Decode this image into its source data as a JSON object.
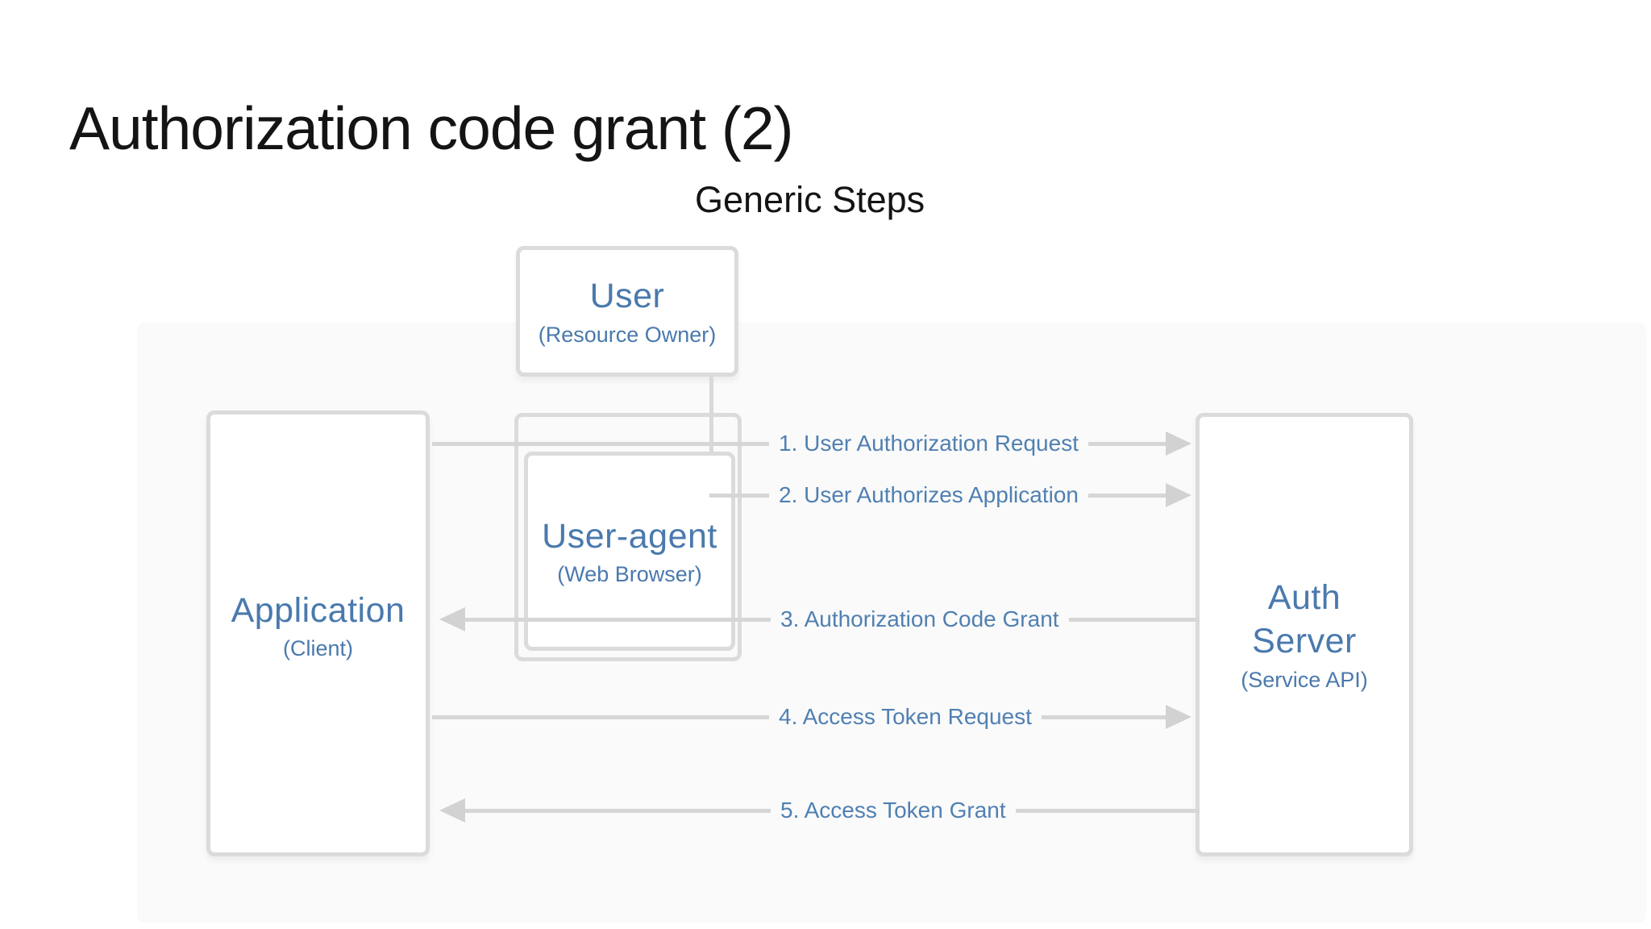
{
  "slide": {
    "title": "Authorization code grant (2)",
    "subtitle": "Generic Steps"
  },
  "diagram": {
    "nodes": {
      "user": {
        "name": "User",
        "role": "(Resource Owner)"
      },
      "user_agent": {
        "name": "User-agent",
        "role": "(Web Browser)"
      },
      "application": {
        "name": "Application",
        "role": "(Client)"
      },
      "auth_server": {
        "name": "Auth Server",
        "role": "(Service API)"
      }
    },
    "steps": [
      {
        "label": "1. User Authorization Request",
        "from": "Application",
        "to": "Auth Server",
        "direction": "right"
      },
      {
        "label": "2. User Authorizes Application",
        "from": "User",
        "to": "Auth Server",
        "direction": "right"
      },
      {
        "label": "3. Authorization Code Grant",
        "from": "Auth Server",
        "to": "Application",
        "direction": "left"
      },
      {
        "label": "4. Access Token Request",
        "from": "Application",
        "to": "Auth Server",
        "direction": "right"
      },
      {
        "label": "5. Access Token Grant",
        "from": "Auth Server",
        "to": "Application",
        "direction": "left"
      }
    ],
    "colors": {
      "node_text": "#4a79ad",
      "step_text": "#5080b2",
      "line": "#d6d6d6",
      "box_border": "#dbdbdb",
      "title_text": "#141414"
    }
  }
}
